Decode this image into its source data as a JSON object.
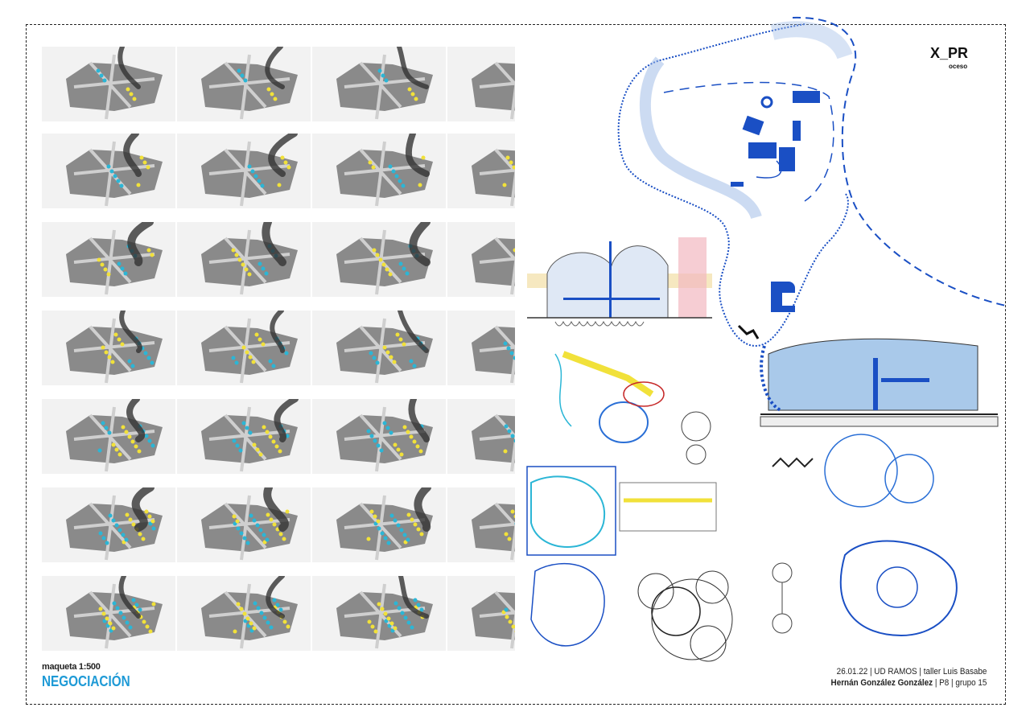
{
  "caption": {
    "scale_label": "maqueta 1:500",
    "title": "NEGOCIACIÓN"
  },
  "credits": {
    "line1": "26.01.22 | UD RAMOS | taller Luis Basabe",
    "author": "Hernán González González",
    "line2_rest": " | P8 | grupo 15"
  },
  "logo": {
    "main": "X_PR",
    "sub": "oceso"
  },
  "colors": {
    "accent": "#1e9ad6",
    "drawing_blue": "#1a4fc4",
    "yellow": "#f1e13a",
    "cyan": "#2bb6d6"
  },
  "photo_grid": {
    "rows": 7,
    "columns": 4
  }
}
